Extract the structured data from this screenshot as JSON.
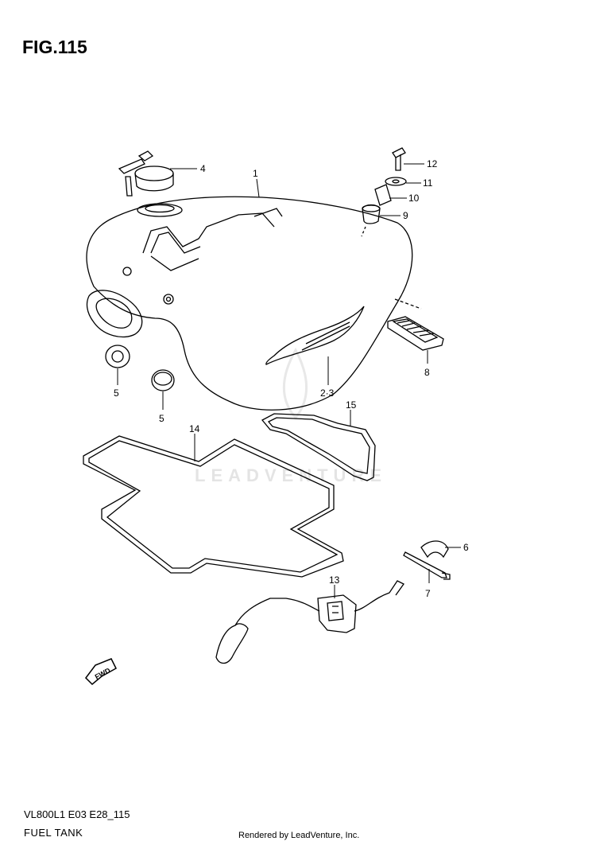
{
  "figure": {
    "title": "FIG.115",
    "model_code": "VL800L1 E03 E28_115",
    "caption": "FUEL TANK",
    "credit": "Rendered by LeadVenture, Inc.",
    "watermark": "LEADVENTURE",
    "direction_marker": "FWD"
  },
  "parts": [
    {
      "id": "p1",
      "label": "1"
    },
    {
      "id": "p23",
      "label": "2·3"
    },
    {
      "id": "p4",
      "label": "4"
    },
    {
      "id": "p5a",
      "label": "5"
    },
    {
      "id": "p5b",
      "label": "5"
    },
    {
      "id": "p6",
      "label": "6"
    },
    {
      "id": "p7",
      "label": "7"
    },
    {
      "id": "p8",
      "label": "8"
    },
    {
      "id": "p9",
      "label": "9"
    },
    {
      "id": "p10",
      "label": "10"
    },
    {
      "id": "p11",
      "label": "11"
    },
    {
      "id": "p12",
      "label": "12"
    },
    {
      "id": "p13",
      "label": "13"
    },
    {
      "id": "p14",
      "label": "14"
    },
    {
      "id": "p15",
      "label": "15"
    }
  ],
  "colors": {
    "line": "#000000",
    "watermark": "#e4e4e4",
    "background": "#ffffff"
  }
}
